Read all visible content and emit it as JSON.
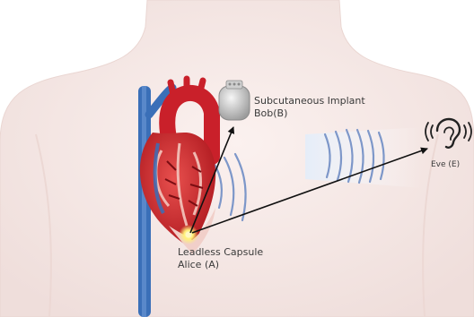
{
  "labels": {
    "implant_name": "Subcutaneous Implant",
    "implant_id": "Bob(B)",
    "capsule_name": "Leadless Capsule",
    "capsule_id": "Alice (A)",
    "eavesdropper": "Eve (E)"
  },
  "icons": {
    "implant": "pacemaker-device-icon",
    "capsule": "capsule-glow-icon",
    "eavesdropper": "listening-ear-icon"
  },
  "colors": {
    "torso": "#f7ecea",
    "heart_red": "#c9202a",
    "vessel_blue": "#3a6fb8",
    "wave_blue": "#7d97c9",
    "arrow": "#111111",
    "capsule_glow": "#fff07a"
  }
}
